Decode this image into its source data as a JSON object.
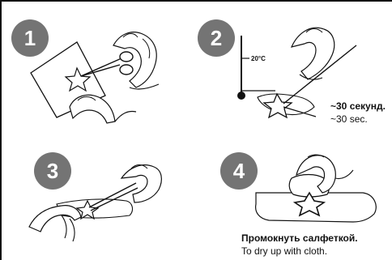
{
  "steps": [
    {
      "number": "1"
    },
    {
      "number": "2",
      "thermometer_label": "20°C",
      "duration_ru": "~30 секунд.",
      "duration_en": "~30 sec."
    },
    {
      "number": "3"
    },
    {
      "number": "4",
      "caption_ru": "Промокнуть салфеткой.",
      "caption_en": "To dry up with cloth."
    }
  ]
}
